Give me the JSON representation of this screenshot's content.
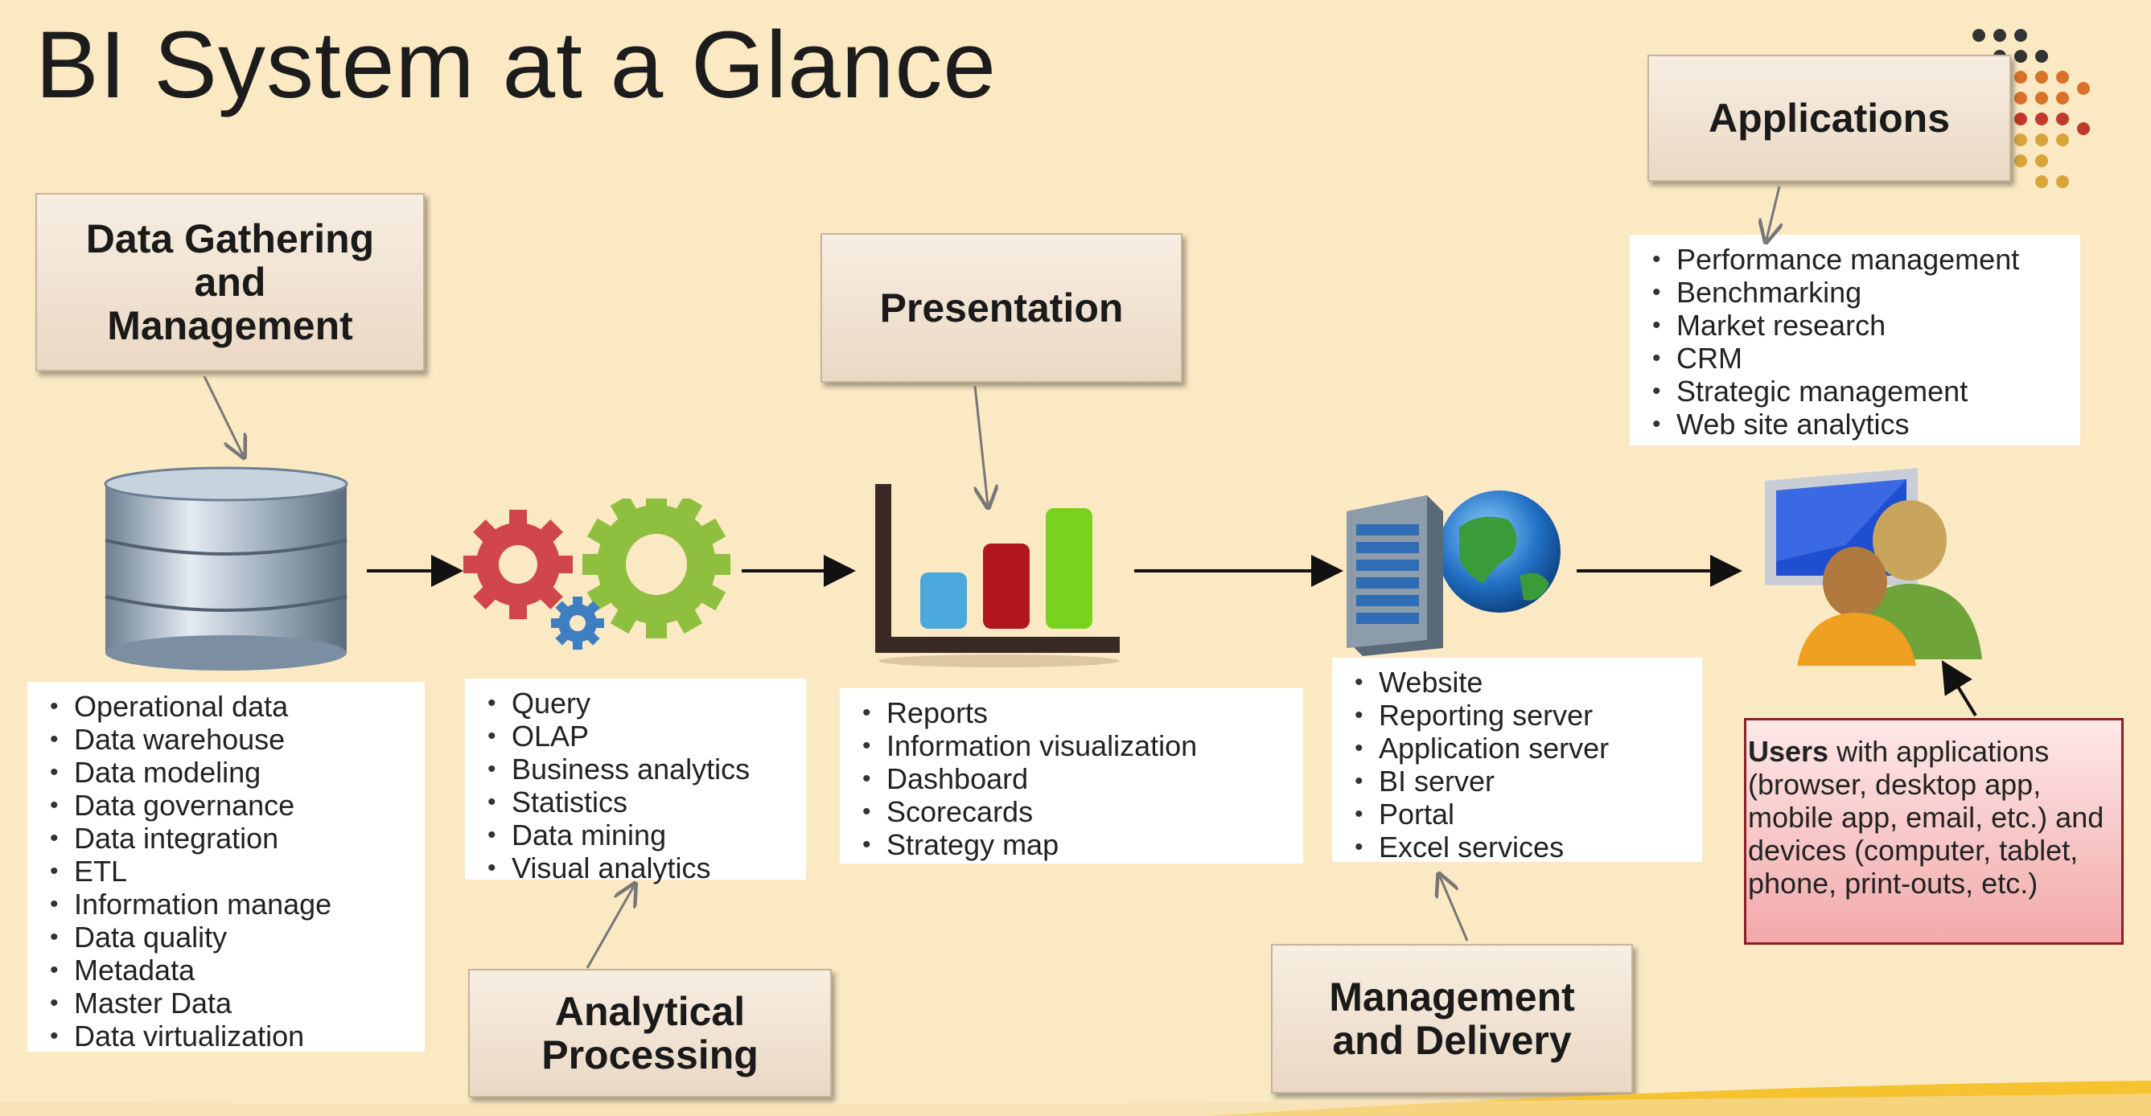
{
  "title": "BI System at a Glance",
  "boxes": {
    "data_gathering": "Data Gathering\nand\nManagement",
    "presentation": "Presentation",
    "applications": "Applications",
    "analytical": "Analytical\nProcessing",
    "management": "Management\nand Delivery"
  },
  "lists": {
    "data_gathering": [
      "Operational data",
      "Data warehouse",
      "Data modeling",
      "Data governance",
      "Data integration",
      "ETL",
      "Information manage",
      "Data quality",
      "Metadata",
      "Master Data",
      "Data virtualization"
    ],
    "analytical": [
      "Query",
      "OLAP",
      "Business analytics",
      "Statistics",
      "Data mining",
      "Visual analytics"
    ],
    "presentation": [
      "Reports",
      "Information visualization",
      "Dashboard",
      "Scorecards",
      "Strategy map"
    ],
    "delivery": [
      "Website",
      "Reporting server",
      "Application server",
      "BI server",
      "Portal",
      "Excel services"
    ],
    "applications": [
      "Performance management",
      "Benchmarking",
      "Market research",
      "CRM",
      "Strategic management",
      "Web site analytics"
    ]
  },
  "users": {
    "bold": "Users",
    "rest": " with applications (browser, desktop app, mobile app, email, etc.) and devices (computer, tablet, phone, print-outs, etc.)"
  },
  "icons": {
    "database": "database-icon",
    "gears": "gears-icon",
    "chart": "bar-chart-icon",
    "server": "server-globe-icon",
    "users": "computer-users-icon",
    "dots": "dot-grid-logo-icon"
  },
  "colors": {
    "background": "#fbe9c4",
    "users_border": "#8a1f28",
    "gear_red": "#d0464b",
    "gear_green": "#8fbf3f",
    "gear_blue": "#3e7fc1",
    "bar_blue": "#4aa8dc",
    "bar_red": "#b0161c",
    "bar_green": "#79d31e"
  }
}
